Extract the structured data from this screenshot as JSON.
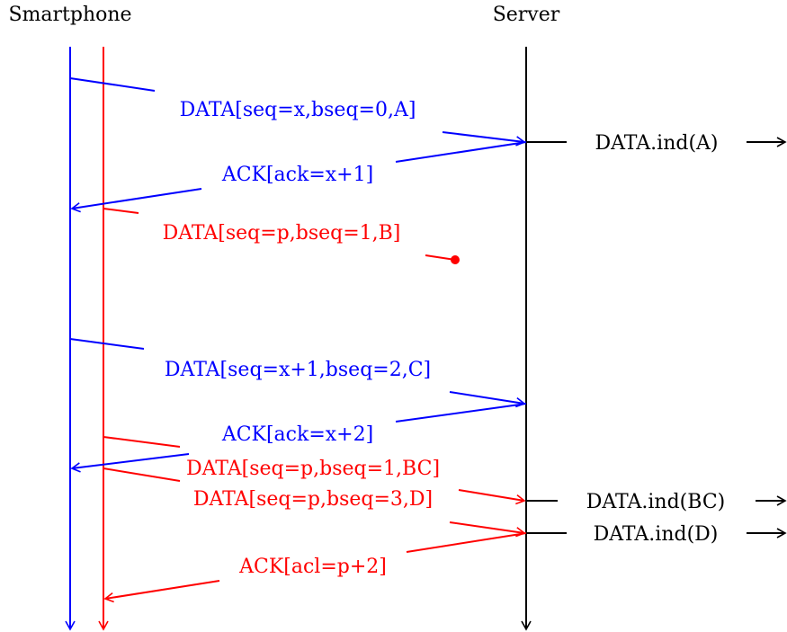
{
  "headers": {
    "smartphone": "Smartphone",
    "server": "Server"
  },
  "colors": {
    "blue": "#0000ff",
    "red": "#ff0000",
    "black": "#000000"
  },
  "messages": {
    "m1": "DATA[seq=x,bseq=0,A]",
    "m2": "ACK[ack=x+1]",
    "m3": "DATA[seq=p,bseq=1,B]",
    "m4": "DATA[seq=x+1,bseq=2,C]",
    "m5": "ACK[ack=x+2]",
    "m6": "DATA[seq=p,bseq=1,BC]",
    "m7": "DATA[seq=p,bseq=3,D]",
    "m8": "ACK[acl=p+2]"
  },
  "indications": {
    "ind_a": "DATA.ind(A)",
    "ind_bc": "DATA.ind(BC)",
    "ind_d": "DATA.ind(D)"
  }
}
